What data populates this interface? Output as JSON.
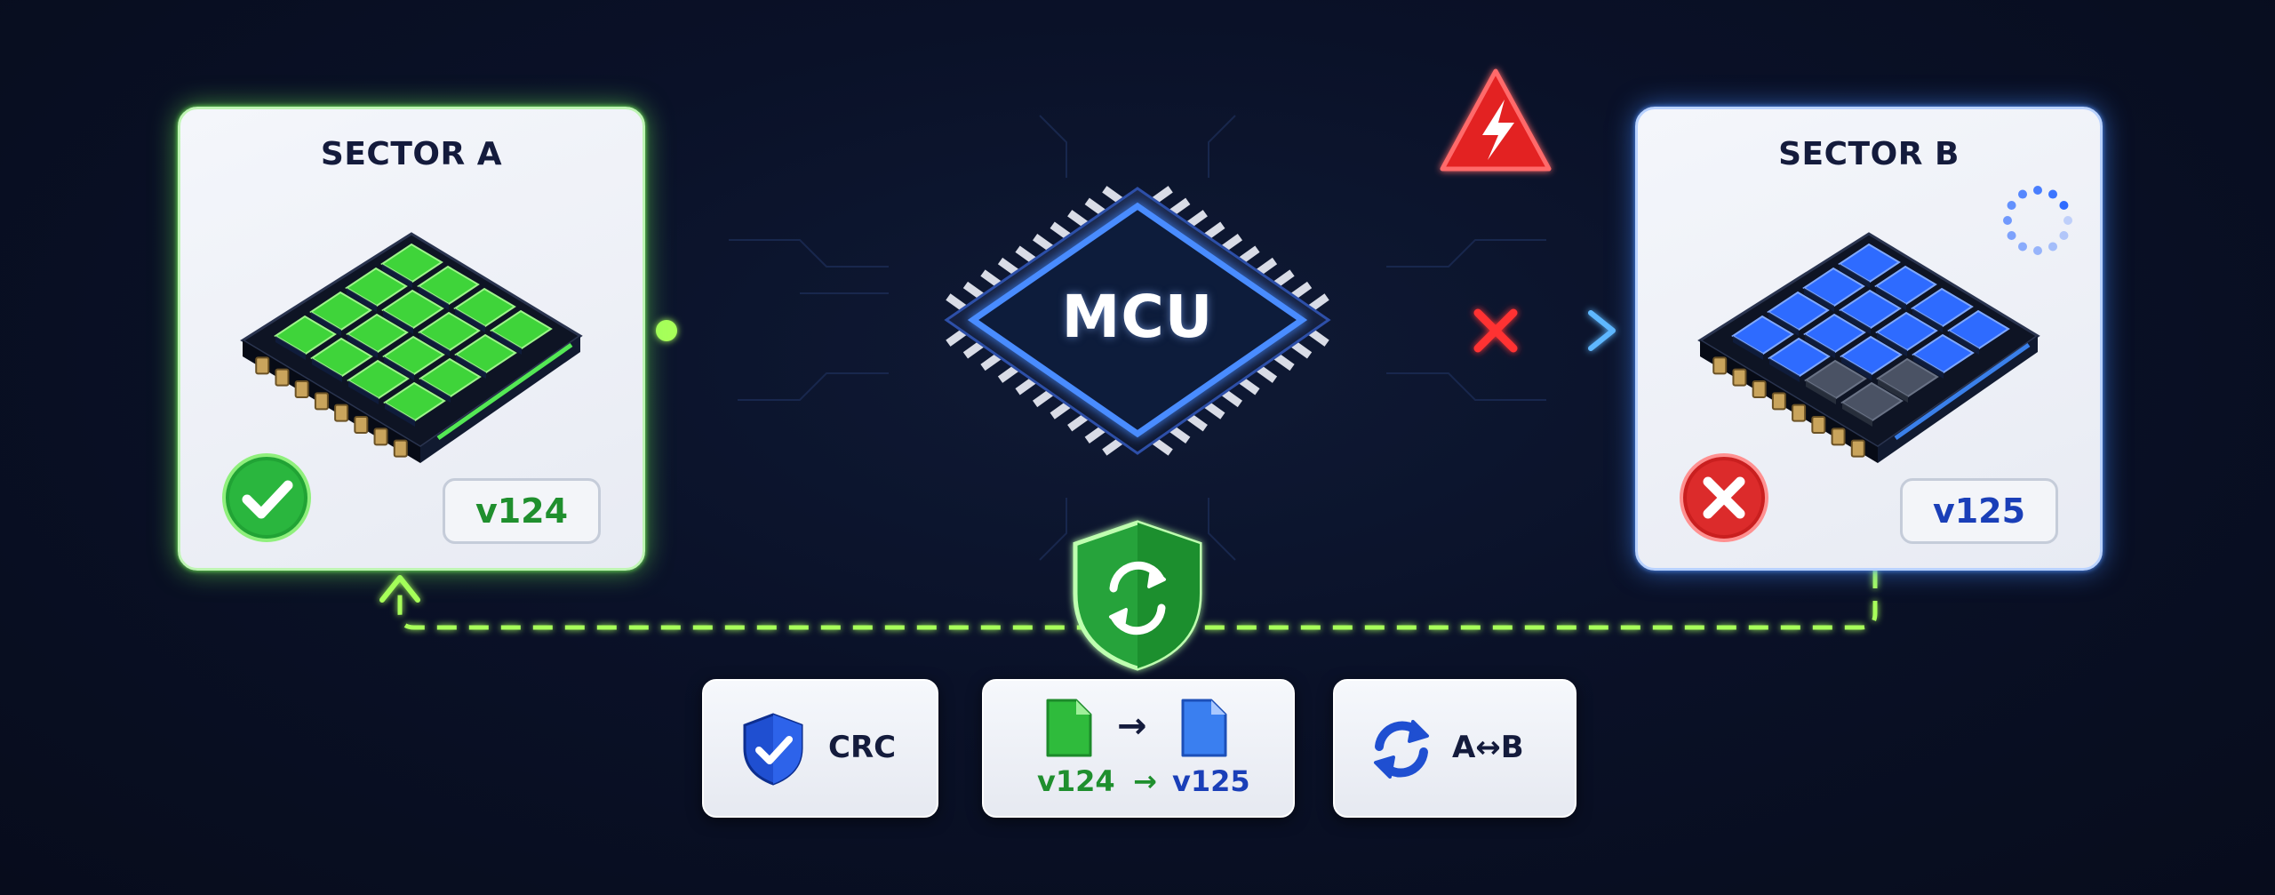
{
  "sector_a": {
    "title": "SECTOR A",
    "version": "v124",
    "status": "check-icon"
  },
  "sector_b": {
    "title": "SECTOR B",
    "version": "v125",
    "status": "cross-icon"
  },
  "mcu": {
    "label": "MCU"
  },
  "icons": {
    "warning": "lightning-warning-icon",
    "sync_shield": "sync-shield-icon",
    "loading": "loading-spinner-icon",
    "failure_mark": "cross-mark-icon"
  },
  "features": {
    "crc": {
      "label": "CRC",
      "icon": "shield-check-icon"
    },
    "version_update": {
      "from": "v124",
      "arrow": "→",
      "to": "v125",
      "icon_from": "green-file-icon",
      "icon_to": "blue-file-icon"
    },
    "swap": {
      "label": "A↔B",
      "icon": "swap-arrows-icon"
    }
  },
  "colors": {
    "background": "#0a1128",
    "green": "#3fd43a",
    "blue": "#2e6bff",
    "red": "#e52b2b",
    "dark_text": "#141b3c"
  }
}
